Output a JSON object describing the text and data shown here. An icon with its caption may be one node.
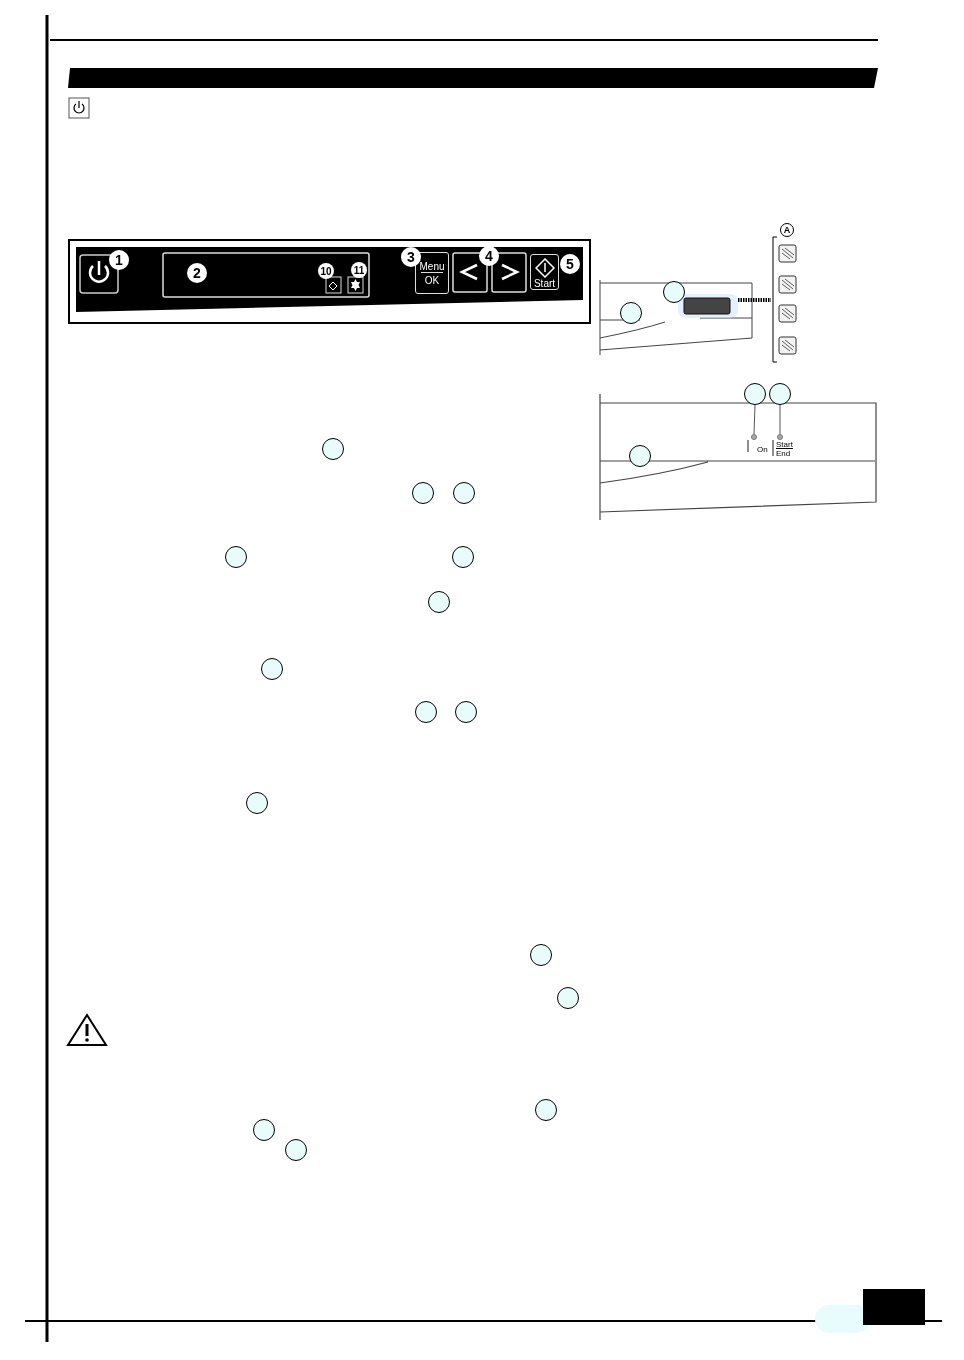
{
  "diagram": {
    "nodes": [
      {
        "text": [
          "1"
        ]
      },
      {
        "text": [
          "2"
        ]
      },
      {
        "text": [
          "3"
        ]
      },
      {
        "text": [
          "4"
        ]
      },
      {
        "text": [
          "5"
        ]
      },
      {
        "text": [
          "10"
        ]
      },
      {
        "text": [
          "11"
        ]
      },
      {
        "text": [
          "Menu",
          "OK"
        ]
      },
      {
        "text": [
          "Start"
        ]
      },
      {
        "text": [
          "A"
        ]
      },
      {
        "text": [],
        "shape": "circle"
      },
      {
        "text": [],
        "shape": "circle"
      },
      {
        "text": [],
        "shape": "circle"
      },
      {
        "text": [],
        "shape": "circle"
      },
      {
        "text": [],
        "shape": "circle"
      },
      {
        "text": [],
        "shape": "circle"
      },
      {
        "text": [],
        "shape": "circle"
      },
      {
        "text": [],
        "shape": "circle"
      },
      {
        "text": [],
        "shape": "circle"
      },
      {
        "text": [],
        "shape": "circle"
      },
      {
        "text": [],
        "shape": "circle"
      },
      {
        "text": [],
        "shape": "circle"
      },
      {
        "text": [],
        "shape": "circle"
      },
      {
        "text": [],
        "shape": "circle"
      },
      {
        "text": [],
        "shape": "circle"
      },
      {
        "text": [],
        "shape": "circle"
      },
      {
        "text": [],
        "shape": "circle"
      },
      {
        "text": [],
        "shape": "circle"
      },
      {
        "text": [],
        "shape": "circle"
      },
      {
        "text": [],
        "shape": "circle"
      },
      {
        "text": [],
        "shape": "circle"
      },
      {
        "text": [],
        "shape": "circle"
      }
    ],
    "edges": [
      {
        "from": 12,
        "to": 15,
        "arrow": "none"
      },
      {
        "from": 13,
        "to": 16,
        "arrow": "none"
      }
    ],
    "labels": [
      "On",
      "Start",
      "End"
    ]
  }
}
